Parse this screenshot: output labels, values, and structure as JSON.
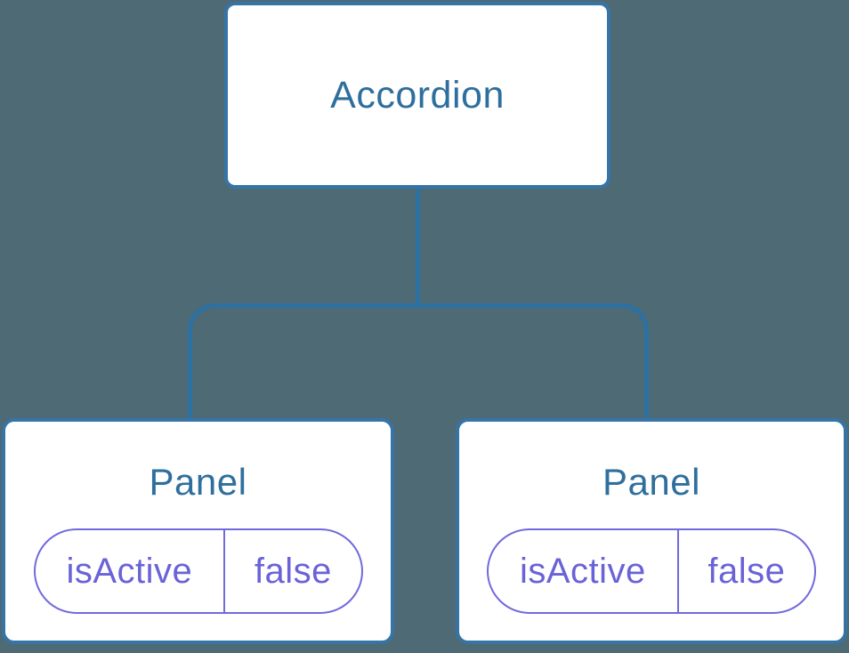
{
  "theme": {
    "background": "#4d6a75",
    "node_fill": "#ffffff",
    "node_border": "#3774a6",
    "edge_color": "#2d70a2",
    "node_text": "#2e6f9d",
    "prop_text": "#6a63d8",
    "prop_border": "#716add"
  },
  "diagram": {
    "type": "component-tree",
    "root": {
      "label": "Accordion"
    },
    "children": [
      {
        "label": "Panel",
        "props": [
          {
            "name": "isActive",
            "value": "false"
          }
        ]
      },
      {
        "label": "Panel",
        "props": [
          {
            "name": "isActive",
            "value": "false"
          }
        ]
      }
    ]
  }
}
